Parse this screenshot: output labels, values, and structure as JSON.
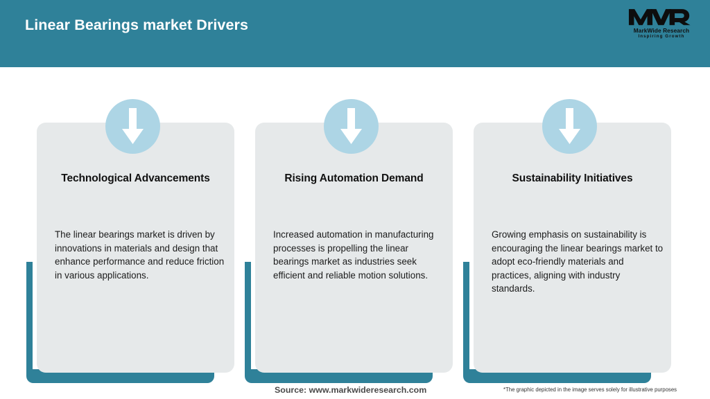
{
  "header": {
    "title": "Linear Bearings market Drivers",
    "background_color": "#2F8199",
    "title_color": "#ffffff"
  },
  "logo": {
    "monogram": "MWR",
    "name": "MarkWide Research",
    "tagline": "Inspiring Growth"
  },
  "cards": [
    {
      "icon": "down-arrow-icon",
      "heading": "Technological Advancements",
      "body": "The linear bearings market is driven by innovations in materials and design that enhance performance and reduce friction in various applications."
    },
    {
      "icon": "down-arrow-icon",
      "heading": "Rising Automation Demand",
      "body": "Increased automation in manufacturing processes is propelling the linear bearings market as industries seek efficient and reliable motion solutions."
    },
    {
      "icon": "down-arrow-icon",
      "heading": "Sustainability Initiatives",
      "body": "Growing emphasis on sustainability is encouraging the linear bearings market to adopt eco-friendly materials and practices, aligning with industry standards."
    }
  ],
  "footer": {
    "source": "Source: www.markwideresearch.com",
    "disclaimer": "*The graphic depicted in the image serves solely for illustrative purposes"
  },
  "colors": {
    "teal": "#2F8199",
    "card_grey": "#E6E9EA",
    "circle_blue": "#ADD5E5"
  }
}
